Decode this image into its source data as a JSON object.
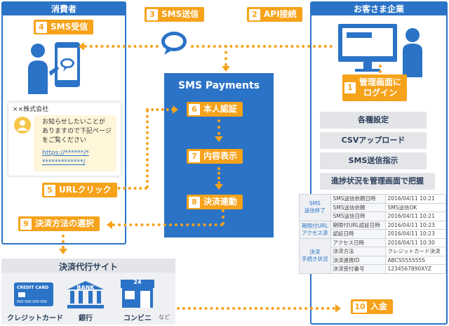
{
  "consumer_panel": {
    "title": "消費者"
  },
  "customer_panel": {
    "title": "お客さま企業"
  },
  "center_panel": {
    "title": "SMS Payments"
  },
  "payment_site": {
    "title": "決済代行サイト",
    "card_brand": "CREDIT CARD",
    "card_number": "000 000 000 000",
    "bank_brand": "BANK",
    "store_number": "24",
    "credit_label": "クレジットカード",
    "bank_label": "銀行",
    "conv_label": "コンビニ",
    "etc_label": "など"
  },
  "steps": [
    {
      "num": "1",
      "label": "管理画面に",
      "label2": "ログイン"
    },
    {
      "num": "2",
      "label": "API接続"
    },
    {
      "num": "3",
      "label": "SMS送信"
    },
    {
      "num": "4",
      "label": "SMS受信"
    },
    {
      "num": "5",
      "label": "URLクリック"
    },
    {
      "num": "6",
      "label": "本人認証"
    },
    {
      "num": "7",
      "label": "内容表示"
    },
    {
      "num": "8",
      "label": "決済連動"
    },
    {
      "num": "9",
      "label": "決済方法の選択"
    },
    {
      "num": "10",
      "label": "入金"
    }
  ],
  "sms_message": {
    "sender": "××株式会社",
    "line1": "お知らせしたいことが",
    "line2": "ありますので下記ページ",
    "line3": "をご覧ください",
    "url1": "https://******/*",
    "url2": "*************/"
  },
  "menu_items": [
    "各種設定",
    "CSVアップロード",
    "SMS送信指示",
    "進捗状況を管理画面で把握"
  ],
  "status_table": [
    {
      "group": "SMS\n送信終了",
      "rows": [
        {
          "key": "SMS送信依頼日時",
          "value": "2016/04/11 10:21"
        },
        {
          "key": "SMS送信依頼",
          "value": "SMS送信OK"
        },
        {
          "key": "SMS送信日時",
          "value": "2016/04/11 10:21"
        }
      ]
    },
    {
      "group": "期限付URL\nアクセス済",
      "rows": [
        {
          "key": "期限付URL認証日時",
          "value": "2016/04/11 10:23"
        },
        {
          "key": "認証日時",
          "value": "2016/04/11 10:23"
        }
      ]
    },
    {
      "group": "決済\n手続き状況",
      "rows": [
        {
          "key": "アクセス日時",
          "value": "2016/04/11 10:30"
        },
        {
          "key": "決済方法",
          "value": "クレジットカード決済"
        },
        {
          "key": "決済連携ID",
          "value": "ABCS555555S"
        },
        {
          "key": "決済受付番号",
          "value": "1234567890XYZ"
        }
      ]
    }
  ],
  "colors": {
    "blue": "#2b73c6",
    "orange": "#f6a21a",
    "gray": "#e3e5e8"
  }
}
